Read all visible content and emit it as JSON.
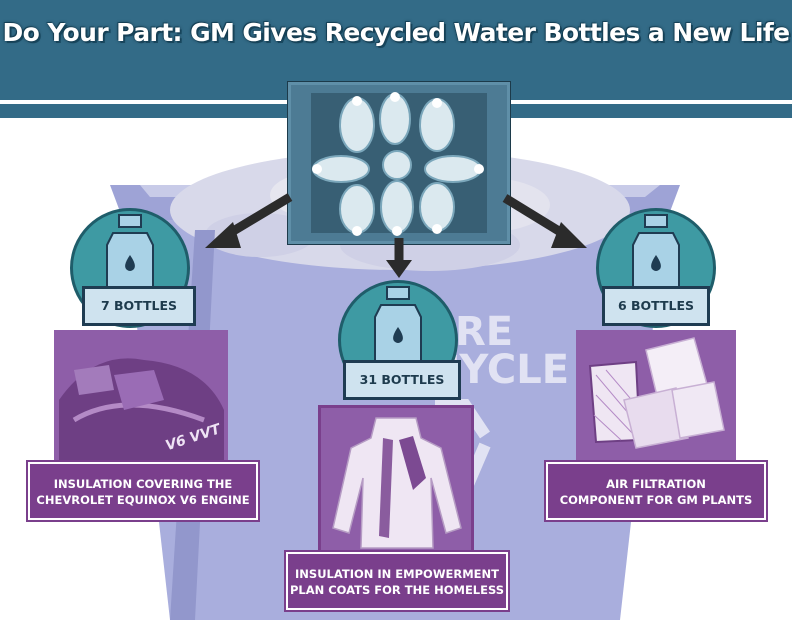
{
  "title": "Do Your Part: GM Gives Recycled Water Bottles a New Life",
  "bin": {
    "label_lines": [
      "RE",
      "CYCLE"
    ]
  },
  "items": [
    {
      "bottles": "7 BOTTLES",
      "caption": [
        "INSULATION COVERING THE",
        "CHEVROLET EQUINOX V6 ENGINE"
      ],
      "engine_badge": "V6 VVT"
    },
    {
      "bottles": "31 BOTTLES",
      "caption": [
        "INSULATION IN EMPOWERMENT",
        "PLAN COATS FOR THE HOMELESS"
      ]
    },
    {
      "bottles": "6 BOTTLES",
      "caption": [
        "AIR FILTRATION",
        "COMPONENT FOR GM PLANTS"
      ]
    }
  ],
  "colors": {
    "header": "#336b87",
    "teal_circle": "#3e9aa3",
    "purple": "#7a3f8c",
    "photo_purple": "#8e5ea8",
    "label_fill": "#cfe3ef",
    "label_text": "#1e3b4d",
    "bin": "#a9aedd",
    "bin_dark": "#8b90c8",
    "arrow": "#2b2b2b"
  }
}
